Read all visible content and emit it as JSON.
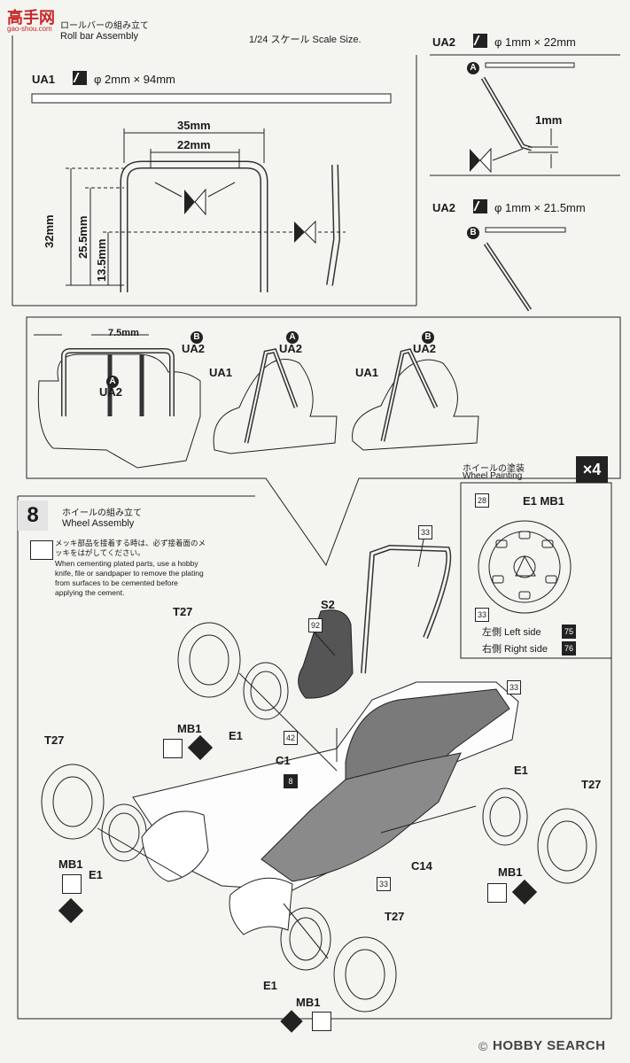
{
  "watermark": {
    "site": "高手网",
    "url": "gao-shou.com"
  },
  "step7": {
    "title_jp": "ロールバーの組み立て",
    "title_en": "Roll bar Assembly",
    "scale": "1/24 スケール  Scale Size.",
    "ua1": {
      "part": "UA1",
      "size": "φ 2mm × 94mm"
    },
    "dims": {
      "w35": "35mm",
      "w22": "22mm",
      "h32": "32mm",
      "h255": "25.5mm",
      "h135": "13.5mm"
    },
    "ua2a": {
      "part": "UA2",
      "size": "φ 1mm × 22mm",
      "marker": "A",
      "bend": "1mm"
    },
    "ua2b": {
      "part": "UA2",
      "size": "φ 1mm × 21.5mm",
      "marker": "B"
    },
    "detail": {
      "dim": "7.5mm",
      "marker_a": "A",
      "marker_b": "B",
      "ua2": "UA2",
      "ua1": "UA1"
    }
  },
  "step8": {
    "number": "8",
    "title_jp": "ホイールの組み立て",
    "title_en": "Wheel Assembly",
    "note_jp": "メッキ部品を接着する時は、必ず接着面のメッキをはがしてください。",
    "note_en": "When cementing plated parts, use a hobby knife, file or sandpaper to remove the plating from surfaces to be cemented before applying the cement."
  },
  "wheel_painting": {
    "title_jp": "ホイールの塗装",
    "title_en": "Wheel Painting",
    "multiplier": "×4",
    "parts": "E1 MB1",
    "color_top": "28",
    "color_bottom": "33",
    "left_side_label": "左側  Left side",
    "left_side_num": "75",
    "right_side_label": "右側  Right side",
    "right_side_num": "76"
  },
  "labels": {
    "t27": "T27",
    "mb1": "MB1",
    "e1": "E1",
    "s2": "S2",
    "c1": "C1",
    "c14": "C14",
    "n33": "33",
    "n92": "92",
    "n42": "42",
    "n8": "8"
  },
  "footer": {
    "copyright": "©",
    "brand": "HOBBY SEARCH"
  }
}
